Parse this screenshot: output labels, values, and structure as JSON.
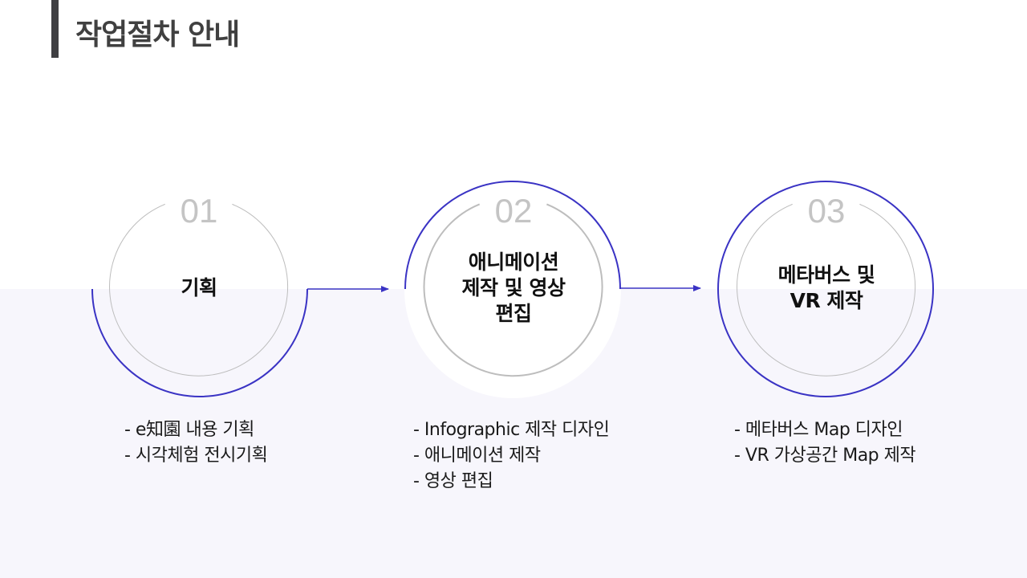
{
  "page": {
    "title": "작업절차 안내"
  },
  "colors": {
    "accent": "#3a33c4",
    "ring_gray": "#bdbdbd",
    "lower_band": "#f7f6fc",
    "title_bar": "#3f3f42"
  },
  "steps": [
    {
      "number": "01",
      "title_lines": [
        "기획"
      ],
      "items": [
        "- e知園 내용 기획",
        "- 시각체험 전시기획"
      ]
    },
    {
      "number": "02",
      "title_lines": [
        "애니메이션",
        "제작 및 영상",
        "편집"
      ],
      "items": [
        "- Infographic 제작 디자인",
        "- 애니메이션 제작",
        "- 영상 편집"
      ]
    },
    {
      "number": "03",
      "title_lines": [
        "메타버스 및",
        "VR 제작"
      ],
      "items": [
        "- 메타버스 Map 디자인",
        "- VR 가상공간 Map 제작"
      ]
    }
  ]
}
